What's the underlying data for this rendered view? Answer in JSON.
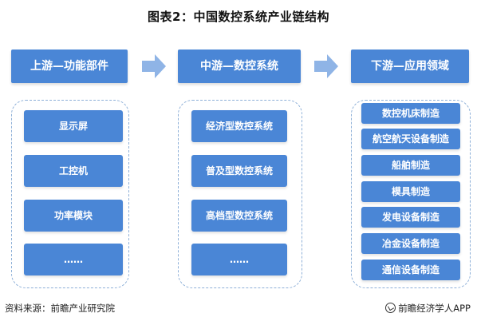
{
  "title": "图表2：中国数控系统产业链结构",
  "stages": [
    {
      "header": "上游—功能部件",
      "items": [
        "显示屏",
        "工控机",
        "功率模块",
        "……"
      ]
    },
    {
      "header": "中游—数控系统",
      "items": [
        "经济型数控系统",
        "普及型数控系统",
        "高档型数控系统",
        "……"
      ]
    },
    {
      "header": "下游—应用领域",
      "items": [
        "数控机床制造",
        "航空航天设备制造",
        "船舶制造",
        "模具制造",
        "发电设备制造",
        "冶金设备制造",
        "通信设备制造"
      ]
    }
  ],
  "footer": {
    "source": "资料来源：前瞻产业研究院",
    "brand": "前瞻经济学人APP"
  },
  "colors": {
    "box": "#4a86d6",
    "arrow": "#8fb4e6",
    "panel_border": "#8eb0d8"
  }
}
